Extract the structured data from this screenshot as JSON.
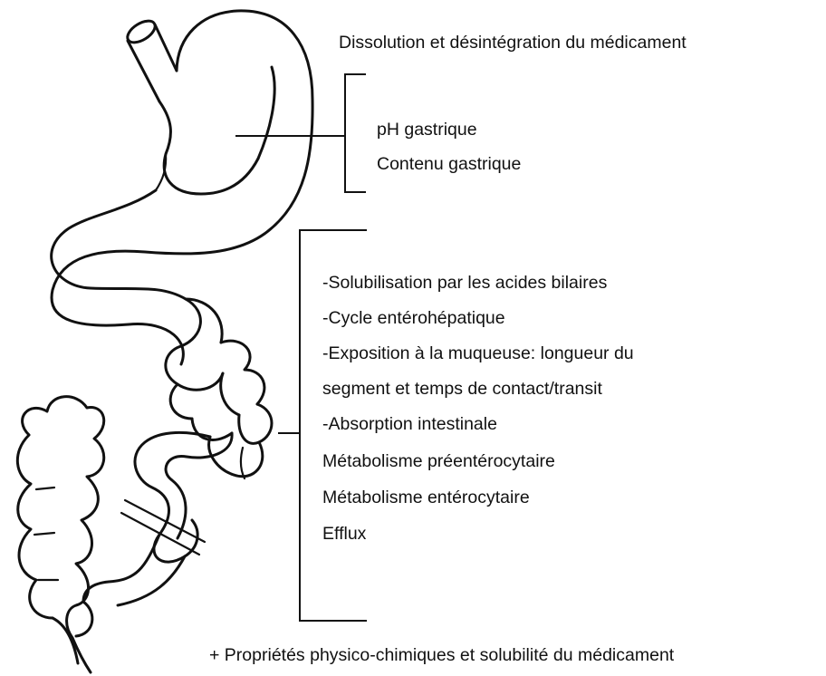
{
  "gastric": {
    "title": "Dissolution et désintégration du médicament",
    "items": [
      "pH gastrique",
      "Contenu gastrique"
    ]
  },
  "intestinal": {
    "items": [
      "-Solubilisation par les acides bilaires",
      "-Cycle entérohépatique",
      "-Exposition à la muqueuse: longueur du",
      "segment et temps de contact/transit",
      "-Absorption intestinale",
      "Métabolisme préentérocytaire",
      "Métabolisme entérocytaire",
      "Efflux"
    ]
  },
  "footer": {
    "text": "+ Propriétés physico-chimiques et solubilité du médicament"
  }
}
